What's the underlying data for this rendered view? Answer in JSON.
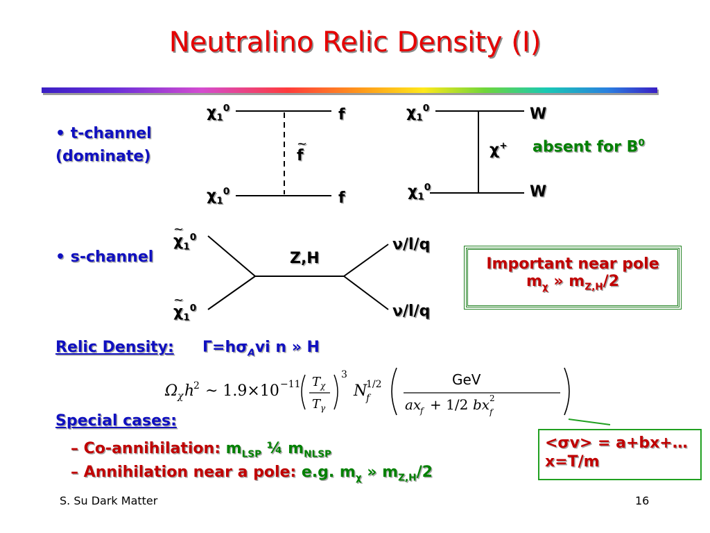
{
  "slide": {
    "title": "Neutralino Relic Density (I)",
    "footer_left": "S. Su Dark Matter",
    "page_number": "16"
  },
  "t_channel": {
    "bullet_line1": "t-channel",
    "bullet_line2": "(dominate)",
    "diag1": {
      "in_chi": "χ",
      "in_sub": "1",
      "in_sup": "0",
      "out_f": "f",
      "mediator": "f",
      "colors": {
        "lines": "#000000"
      }
    },
    "diag2": {
      "chi": "χ",
      "sub": "1",
      "sup": "0",
      "out_w": "W",
      "mediator_chi": "χ",
      "mediator_sup": "+",
      "note": "absent for B",
      "note_sup": "0"
    }
  },
  "s_channel": {
    "bullet": "s-channel",
    "chi": "χ",
    "sub": "1",
    "sup": "0",
    "mediator": "Z,H",
    "out1": "ν/l/q",
    "out2": "ν/l/q"
  },
  "pole_box": {
    "line1": "Important near pole",
    "m": "m",
    "m_sub": "χ",
    "rel": " » m",
    "rel_sub": "Z,H",
    "tail": "/2"
  },
  "relic": {
    "label": "Relic Density:",
    "expr_gamma": "Γ",
    "expr_eq": "=h",
    "expr_sigma": "σ",
    "expr_A": "A",
    "expr_rest": "vi n » H",
    "formula_text": "Ω_χ h² ~ 1.9×10⁻¹¹ (T_χ/T_γ)³ N_f^{1/2} (GeV / (ax_f + 1/2 bx_f²))"
  },
  "special": {
    "heading": "Special cases:",
    "item1_dash": "–",
    "item1_label": "Co-annihilation: ",
    "item1_m1": "m",
    "item1_sub1": "LSP",
    "item1_approx": " ¼ ",
    "item1_m2": "m",
    "item1_sub2": "NLSP",
    "item2_dash": "–",
    "item2_label": "Annihilation near a pole: ",
    "item2_eg": "e.g. m",
    "item2_sub1": "χ",
    "item2_rel": " » m",
    "item2_sub2": "Z,H",
    "item2_tail": "/2"
  },
  "sigma_box": {
    "line1": "<σv> = a+bx+…",
    "line2": "x=T/m"
  }
}
